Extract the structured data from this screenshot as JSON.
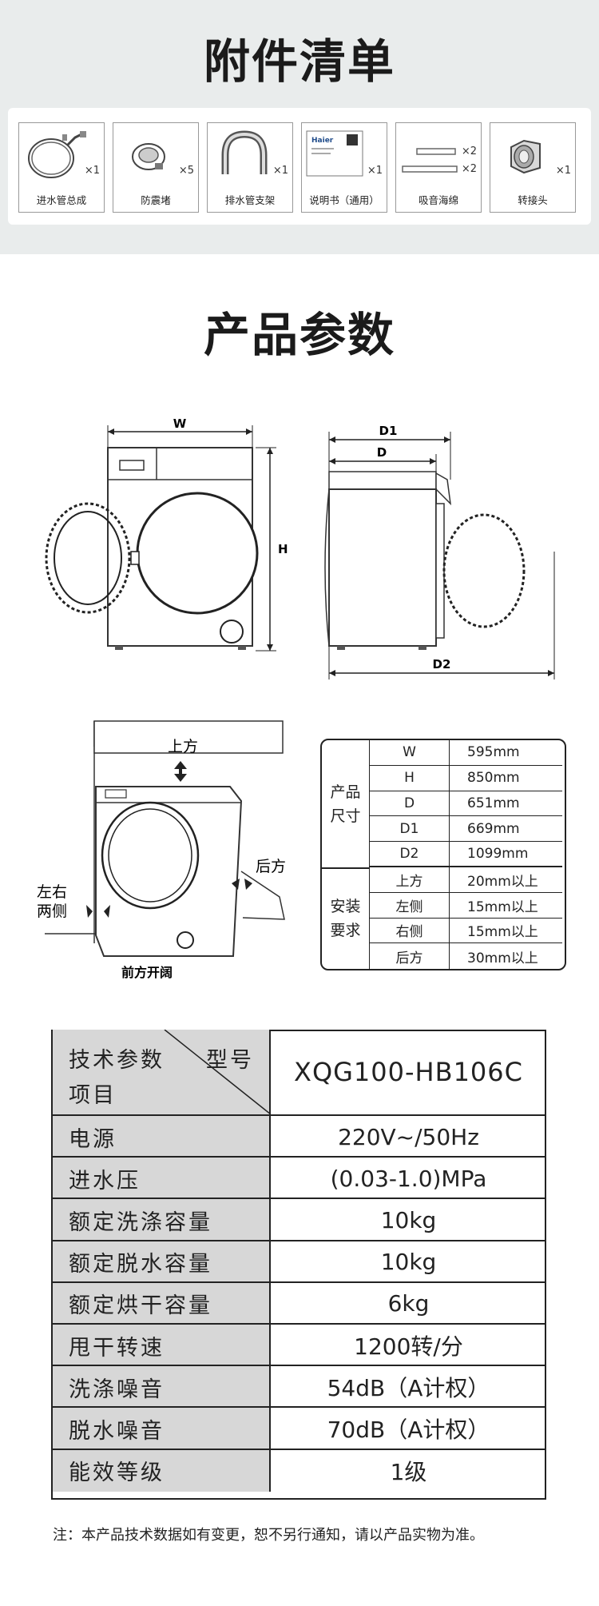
{
  "accessories": {
    "title": "附件清单",
    "items": [
      {
        "label": "进水管总成",
        "qty": "×1",
        "icon": "hose-icon"
      },
      {
        "label": "防震堵",
        "qty": "×5",
        "icon": "plug-icon"
      },
      {
        "label": "排水管支架",
        "qty": "×1",
        "icon": "bracket-icon"
      },
      {
        "label": "说明书（通用）",
        "qty": "×1",
        "icon": "manual-icon",
        "brand": "Haier"
      },
      {
        "label": "吸音海绵",
        "qty": [
          "×2",
          "×2"
        ],
        "icon": "sponge-icon"
      },
      {
        "label": "转接头",
        "qty": "×1",
        "icon": "adapter-icon"
      }
    ]
  },
  "params": {
    "title": "产品参数",
    "diagram": {
      "front_labels": {
        "w": "W",
        "h": "H"
      },
      "side_labels": {
        "d1": "D1",
        "d": "D",
        "d2": "D2"
      },
      "install_labels": {
        "top": "上方",
        "back": "后方",
        "sides": "左右\n两侧",
        "front": "前方开阔"
      }
    },
    "dimensions": {
      "group1": "产品\n尺寸",
      "group2": "安装\n要求",
      "rows": [
        {
          "k": "W",
          "v": "595mm"
        },
        {
          "k": "H",
          "v": "850mm"
        },
        {
          "k": "D",
          "v": "651mm"
        },
        {
          "k": "D1",
          "v": "669mm"
        },
        {
          "k": "D2",
          "v": "1099mm"
        },
        {
          "k": "上方",
          "v": "20mm以上"
        },
        {
          "k": "左侧",
          "v": "15mm以上"
        },
        {
          "k": "右侧",
          "v": "15mm以上"
        },
        {
          "k": "后方",
          "v": "30mm以上"
        }
      ]
    }
  },
  "spec": {
    "header_top": "技术参数",
    "header_model": "型号",
    "header_bottom": "项目",
    "model": "XQG100-HB106C",
    "rows": [
      {
        "label": "电源",
        "value": "220V~/50Hz"
      },
      {
        "label": "进水压",
        "value": "(0.03-1.0)MPa"
      },
      {
        "label": "额定洗涤容量",
        "value": "10kg"
      },
      {
        "label": "额定脱水容量",
        "value": "10kg"
      },
      {
        "label": "额定烘干容量",
        "value": "6kg"
      },
      {
        "label": "甩干转速",
        "value": "1200转/分"
      },
      {
        "label": "洗涤噪音",
        "value": "54dB（A计权）"
      },
      {
        "label": "脱水噪音",
        "value": "70dB（A计权）"
      },
      {
        "label": "能效等级",
        "value": "1级"
      }
    ]
  },
  "note": "注：本产品技术数据如有变更，恕不另行通知，请以产品实物为准。"
}
